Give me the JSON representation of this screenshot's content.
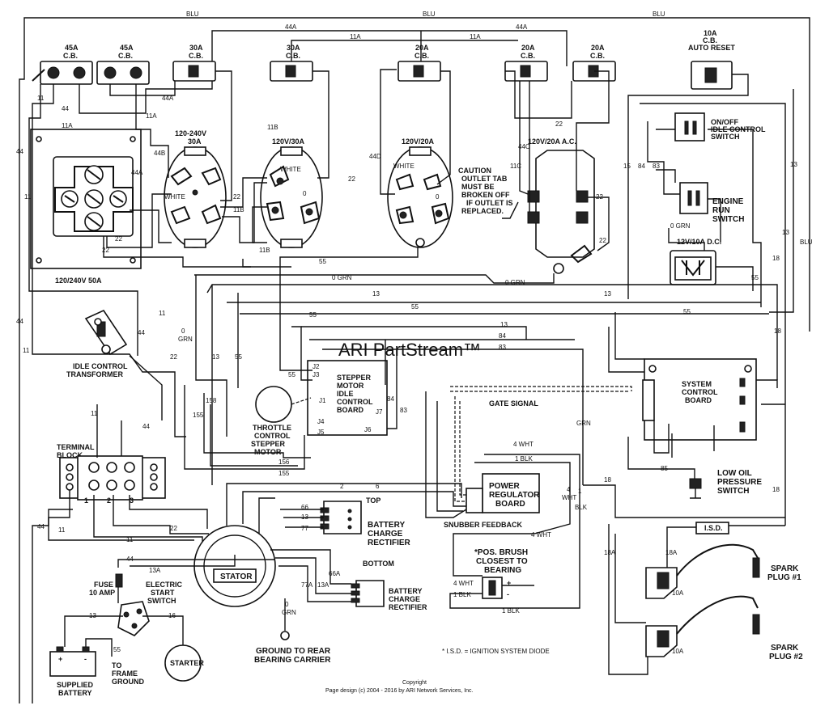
{
  "watermark": "ARI PartStream™",
  "footer": {
    "line1": "Copyright",
    "line2": "Page design (c) 2004 - 2016 by ARI Network Services, Inc."
  },
  "breakers": {
    "cb45a_1": [
      "45A",
      "C.B."
    ],
    "cb45a_2": [
      "45A",
      "C.B."
    ],
    "cb30a_1": [
      "30A",
      "C.B."
    ],
    "cb30a_2": [
      "30A",
      "C.B."
    ],
    "cb20a_1": [
      "20A",
      "C.B."
    ],
    "cb20a_2": [
      "20A",
      "C.B."
    ],
    "cb20a_3": [
      "20A",
      "C.B."
    ],
    "cb10a": [
      "10A",
      "C.B.",
      "AUTO RESET"
    ]
  },
  "outlets": {
    "o120_240_30": [
      "120-240V",
      "30A"
    ],
    "o120_30": "120V/30A",
    "o120_20": "120V/20A",
    "o120_20_ac": "120V/20A A.C.",
    "o12v_dc": "12V/10A D.C.",
    "o120_240_50": "120/240V 50A",
    "white1": "WHITE",
    "white2": "WHITE",
    "white3": "WHITE",
    "caution": [
      "CAUTION",
      "OUTLET TAB",
      "MUST BE",
      "BROKEN OFF",
      "IF OUTLET IS",
      "REPLACED."
    ]
  },
  "components": {
    "onoff": [
      "ON/OFF",
      "IDLE CONTROL",
      "SWITCH"
    ],
    "engine_run": [
      "ENGINE",
      "RUN",
      "SWITCH"
    ],
    "idle_transformer": [
      "IDLE CONTROL",
      "TRANSFORMER"
    ],
    "stepper_board": [
      "STEPPER",
      "MOTOR",
      "IDLE",
      "CONTROL",
      "BOARD"
    ],
    "throttle_motor": [
      "THROTTLE",
      "CONTROL",
      "STEPPER",
      "MOTOR"
    ],
    "system_board": [
      "SYSTEM",
      "CONTROL",
      "BOARD"
    ],
    "low_oil": [
      "LOW OIL",
      "PRESSURE",
      "SWITCH"
    ],
    "power_reg": [
      "POWER",
      "REGULATOR",
      "BOARD"
    ],
    "gate_signal": "GATE SIGNAL",
    "snubber": "SNUBBER FEEDBACK",
    "terminal_block": [
      "TERMINAL",
      "BLOCK"
    ],
    "battery_rect_1": [
      "BATTERY",
      "CHARGE",
      "RECTIFIER"
    ],
    "battery_rect_2": [
      "BATTERY",
      "CHARGE",
      "RECTIFIER"
    ],
    "top": "TOP",
    "bottom": "BOTTOM",
    "stator": "STATOR",
    "pos_brush": [
      "*POS. BRUSH",
      "CLOSEST TO",
      "BEARING"
    ],
    "fuse": [
      "FUSE",
      "10 AMP"
    ],
    "electric_start": [
      "ELECTRIC",
      "START",
      "SWITCH"
    ],
    "starter": "STARTER",
    "supplied_battery": [
      "SUPPLIED",
      "BATTERY"
    ],
    "to_frame": [
      "TO",
      "FRAME",
      "GROUND"
    ],
    "ground_rear": [
      "GROUND TO REAR",
      "BEARING CARRIER"
    ],
    "isd": "I.S.D.",
    "isd_note": "* I.S.D. = IGNITION SYSTEM DIODE",
    "spark1": [
      "SPARK",
      "PLUG #1"
    ],
    "spark2": [
      "SPARK",
      "PLUG #2"
    ],
    "coil": "10A"
  },
  "pins": {
    "j1": "J1",
    "j2": "J2",
    "j3": "J3",
    "j4": "J4",
    "j5": "J5",
    "j6": "J6",
    "j7": "J7",
    "t1": "1",
    "t2": "2",
    "t3": "3",
    "plus": "+",
    "minus": "-"
  },
  "wires": {
    "blu": "BLU",
    "w44a": "44A",
    "w11a": "11A",
    "w11": "11",
    "w44": "44",
    "w44b": "44B",
    "w44c": "44C",
    "w44d": "44D",
    "w11b": "11B",
    "w11c": "11C",
    "w22": "22",
    "w13": "13",
    "w84": "84",
    "w83": "83",
    "w55": "55",
    "w0grn": "0 GRN",
    "w0": "0",
    "wgrn": "GRN",
    "w18": "18",
    "w18a": "18A",
    "w13a": "13A",
    "w15": "15",
    "w16": "16",
    "w85": "85",
    "w158": "158",
    "w155": "155",
    "w156": "156",
    "w66": "66",
    "w66a": "66A",
    "w77": "77",
    "w77a": "77A",
    "w2": "2",
    "w6": "6",
    "w4wht": "4 WHT",
    "w1blk": "1 BLK",
    "w4": "4",
    "wwht": "WHT",
    "wblk": "BLK",
    "w1": "1"
  }
}
